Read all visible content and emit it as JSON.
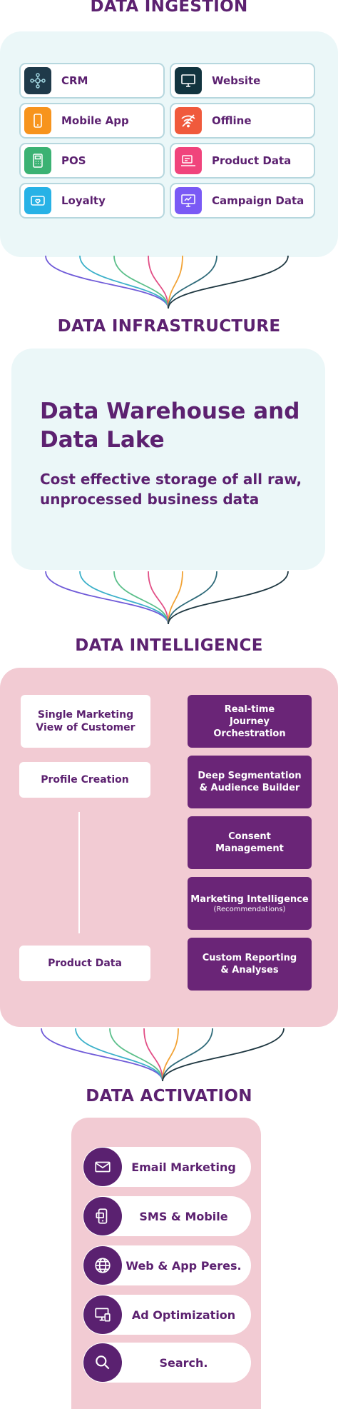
{
  "ingestion": {
    "title": "DATA INGESTION",
    "sources": [
      {
        "label": "CRM",
        "icon": "crm-network-icon",
        "color": "#1f3a4a"
      },
      {
        "label": "Website",
        "icon": "monitor-icon",
        "color": "#12343f"
      },
      {
        "label": "Mobile App",
        "icon": "mobile-phone-icon",
        "color": "#f7941d"
      },
      {
        "label": "Offline",
        "icon": "wifi-off-icon",
        "color": "#f05a3c"
      },
      {
        "label": "POS",
        "icon": "pos-terminal-icon",
        "color": "#3bb273"
      },
      {
        "label": "Product Data",
        "icon": "product-box-icon",
        "color": "#f0447c"
      },
      {
        "label": "Loyalty",
        "icon": "loyalty-card-icon",
        "color": "#27b2e6"
      },
      {
        "label": "Campaign Data",
        "icon": "campaign-monitor-icon",
        "color": "#7a5af5"
      }
    ]
  },
  "infrastructure": {
    "title": "DATA INFRASTRUCTURE",
    "heading": "Data Warehouse and Data Lake",
    "description": "Cost effective storage of all raw, unprocessed business data"
  },
  "intelligence": {
    "title": "DATA INTELLIGENCE",
    "left": [
      "Single Marketing View of Customer",
      "Profile Creation",
      "Product Data"
    ],
    "right": [
      {
        "label": "Real-time Journey Orchestration",
        "sub": ""
      },
      {
        "label": "Deep Segmentation & Audience Builder",
        "sub": ""
      },
      {
        "label": "Consent Management",
        "sub": ""
      },
      {
        "label": "Marketing Intelligence",
        "sub": "(Recommendations)"
      },
      {
        "label": "Custom Reporting & Analyses",
        "sub": ""
      }
    ]
  },
  "activation": {
    "title": "DATA ACTIVATION",
    "channels": [
      {
        "label": "Email Marketing",
        "icon": "envelope-icon"
      },
      {
        "label": "SMS & Mobile",
        "icon": "sms-phone-icon"
      },
      {
        "label": "Web & App Peres.",
        "icon": "globe-icon"
      },
      {
        "label": "Ad Optimization",
        "icon": "ad-monitor-icon"
      },
      {
        "label": "Search.",
        "icon": "magnifier-icon"
      }
    ]
  },
  "colors": {
    "brand_purple": "#5c2170",
    "box_purple": "#6a2577",
    "teal_panel": "#ebf7f8",
    "pink_panel": "#f2cbd3",
    "fan_lines": [
      "#6f5ad8",
      "#3bb0c9",
      "#5bbf8a",
      "#e24f86",
      "#f2a336",
      "#2f6b7a",
      "#1d3640"
    ]
  }
}
